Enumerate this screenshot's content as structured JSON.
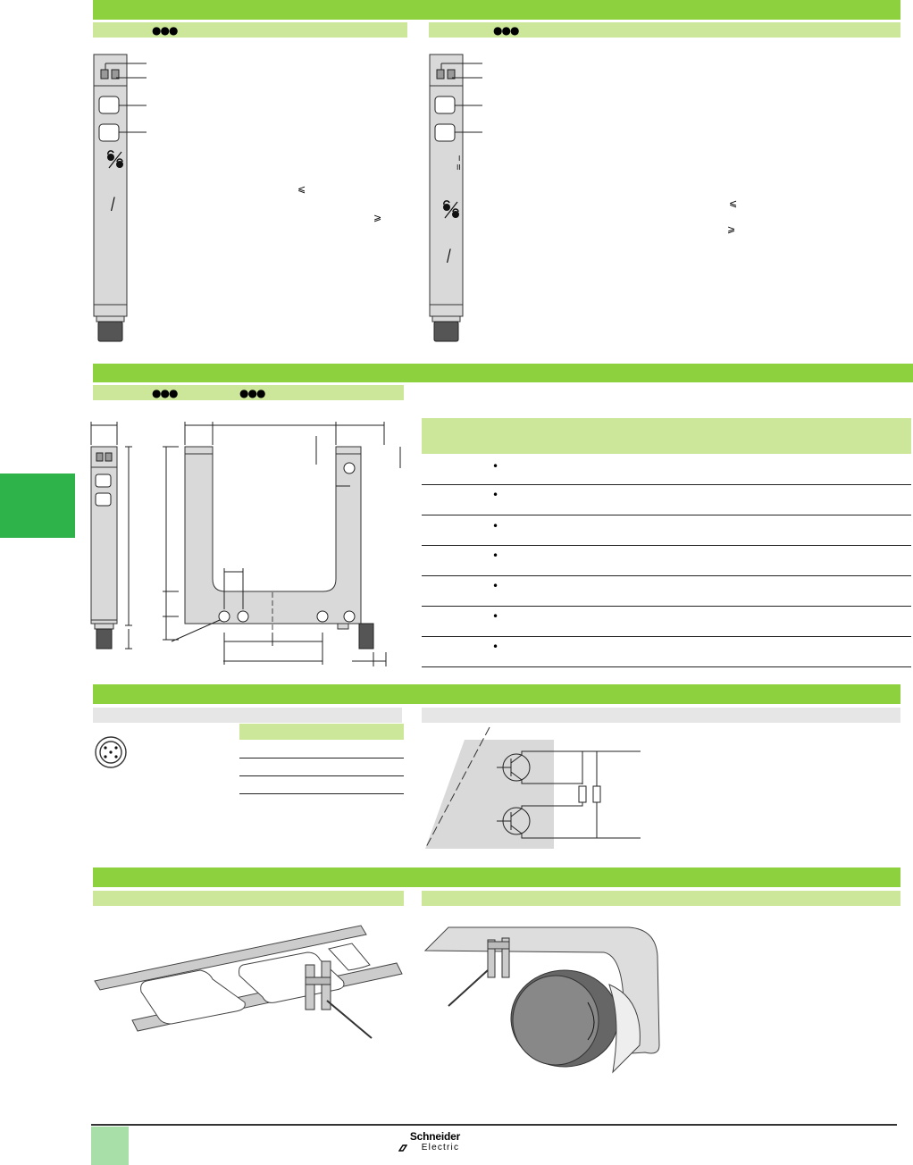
{
  "header": {
    "dots_left": "●●●",
    "dots_right": "●●●"
  },
  "dimensions": {
    "dots_a": "●●●",
    "dots_b": "●●●"
  },
  "symbols": {
    "less_equal": "⩽",
    "greater_equal": "⩾",
    "pipe_single": "I",
    "pipe_double": "II",
    "slash": "/"
  },
  "spec_table": {
    "bullets": [
      "•",
      "•",
      "•",
      "•",
      "•",
      "•",
      "•"
    ]
  },
  "footer": {
    "brand_name": "Schneider",
    "brand_sub": "Electric"
  },
  "colors": {
    "bar_dark": "#8dd13f",
    "bar_light": "#cce79a",
    "side_tab": "#2db34a",
    "footer_tab": "#a8dfa8",
    "grey_bar": "#e6e6e6",
    "drawing_grey": "#d9d9d9"
  }
}
